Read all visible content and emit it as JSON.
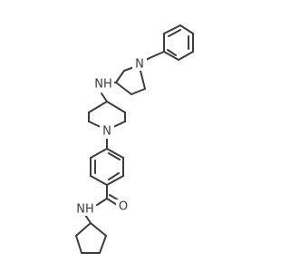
{
  "diagram": {
    "type": "chemical-structure",
    "atom_labels": {
      "n_pyrrolidine": "N",
      "nh_amine": "NH",
      "n_piperidine": "N",
      "o_carbonyl": "O",
      "nh_amide": "NH"
    },
    "colors": {
      "bond": "#3c3c3c",
      "label": "#3c3c3c",
      "background": "#ffffff"
    }
  }
}
